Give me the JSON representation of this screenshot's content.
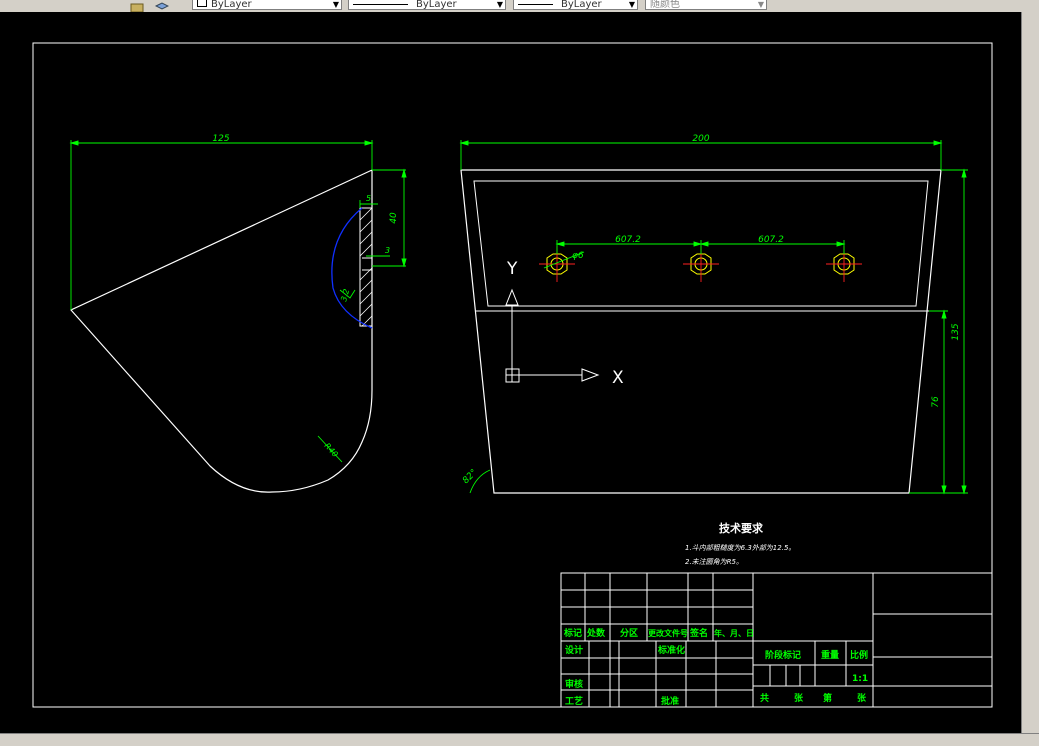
{
  "toolbar": {
    "layer_value": "ByLayer",
    "linetype_value": "ByLayer",
    "lineweight_value": "ByLayer",
    "color_value": "随颜色"
  },
  "drawing": {
    "side_view": {
      "dim_width": "125",
      "dim_thickness": "5",
      "dim_height": "40",
      "dim_offset": "3",
      "roughness": "3.2",
      "radius": "R40"
    },
    "front_view": {
      "dim_width": "200",
      "dim_hole_spacing_1": "607.2",
      "dim_hole_spacing_2": "607.2",
      "hole_diameter": "φ6",
      "dim_height_total": "135",
      "dim_height_lower": "76",
      "angle": "82°",
      "axis_y": "Y",
      "axis_x": "X"
    },
    "tech_requirements": {
      "title": "技术要求",
      "line1": "1.斗内部粗糙度为6.3外部为12.5。",
      "line2": "2.未注圆角为R5。"
    },
    "title_block": {
      "h_mark": "标记",
      "h_count": "处数",
      "h_zone": "分区",
      "h_change_doc": "更改文件号",
      "h_sign": "签名",
      "h_date": "年、月、日",
      "design": "设计",
      "standardize": "标准化",
      "stage_mark": "阶段标记",
      "weight": "重量",
      "scale": "比例",
      "scale_value": "1:1",
      "review": "审核",
      "process": "工艺",
      "approve": "批准",
      "total": "共",
      "sheets1": "张",
      "nth": "第",
      "sheets2": "张"
    }
  },
  "colors": {
    "outline": "#ffffff",
    "dimension": "#00ff00",
    "center": "#ff0000",
    "hatch_curve": "#0000ff",
    "holes": "#ffff00",
    "title_text": "#00ff00"
  }
}
